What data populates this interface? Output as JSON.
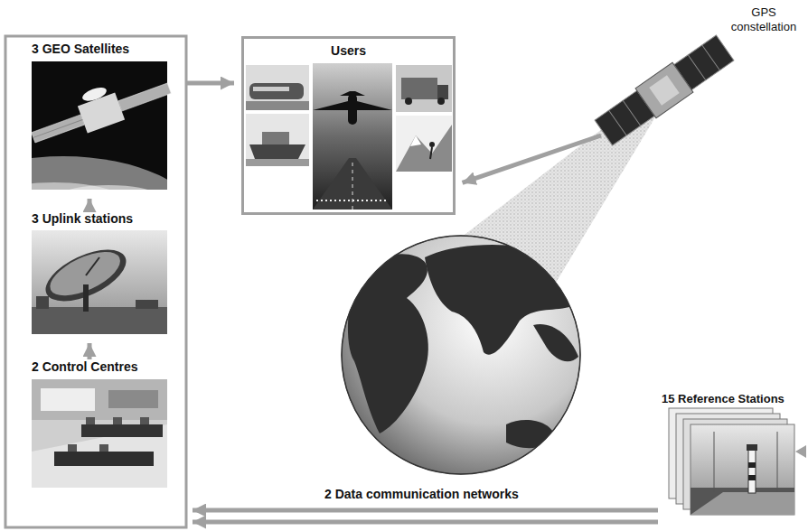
{
  "diagram": {
    "nodes": [
      {
        "text": [
          "3 GEO Satellites"
        ]
      },
      {
        "text": [
          "3 Uplink stations"
        ]
      },
      {
        "text": [
          "2 Control Centres"
        ]
      },
      {
        "text": [
          "Users"
        ]
      },
      {
        "text": [
          "GPS constellation"
        ]
      },
      {
        "text": [
          "15 Reference Stations"
        ]
      }
    ],
    "edges": [
      {
        "from": 2,
        "to": 1,
        "arrow": "to"
      },
      {
        "from": 1,
        "to": 0,
        "arrow": "to"
      },
      {
        "from": 0,
        "to": 3,
        "arrow": "to"
      },
      {
        "from": 4,
        "to": 3,
        "arrow": "to"
      },
      {
        "from": 5,
        "to": 2,
        "arrow": "to",
        "label": "2 Data communication networks"
      },
      {
        "from": 5,
        "to": 2,
        "arrow": "to"
      }
    ]
  }
}
